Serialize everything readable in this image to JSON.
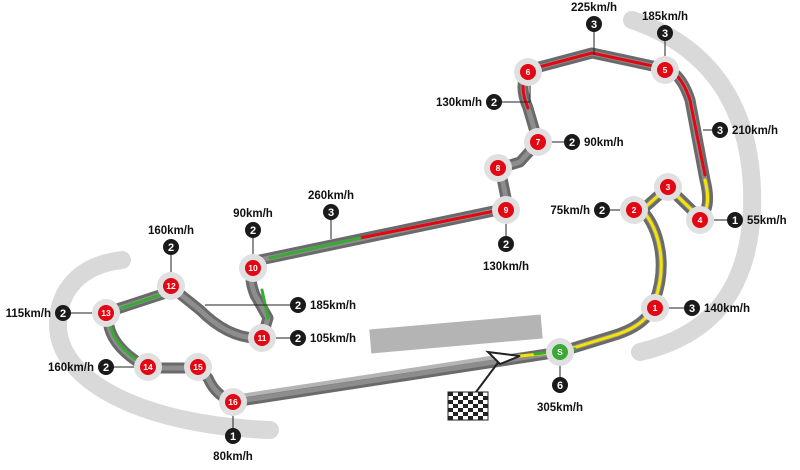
{
  "colors": {
    "track_outer": "#6a6a6a",
    "track_inner": "#9a9a9a",
    "runoff": "#d9d9d9",
    "pit": "#b4b4b4",
    "turn_marker": "#e30613",
    "start_marker": "#3aa935",
    "gear_marker": "#1a1a1a",
    "braking": "#e30613",
    "acceleration": "#3aa935",
    "drs": "#f6e500"
  },
  "start_marker": {
    "label": "S",
    "gear": "6",
    "speed": "305km/h"
  },
  "turns": [
    {
      "n": "1",
      "gear": "3",
      "speed": "140km/h"
    },
    {
      "n": "2",
      "gear": "2",
      "speed": "75km/h"
    },
    {
      "n": "4",
      "gear": "1",
      "speed": "55km/h"
    },
    {
      "n": "5",
      "gear": "3",
      "speed": "185km/h"
    },
    {
      "n": "6",
      "gear": "3",
      "speed": "225km/h"
    },
    {
      "n": "7",
      "gear": "2",
      "speed": "90km/h"
    },
    {
      "n": "9",
      "gear": "2",
      "speed": "130km/h"
    },
    {
      "n": "10",
      "gear": "2",
      "speed": "90km/h"
    },
    {
      "n": "11",
      "gear": "2",
      "speed": "105km/h"
    },
    {
      "n": "12",
      "gear": "2",
      "speed": "160km/h"
    },
    {
      "n": "13",
      "gear": "2",
      "speed": "115km/h"
    },
    {
      "n": "14",
      "gear": "2",
      "speed": "160km/h"
    },
    {
      "n": "16",
      "gear": "1",
      "speed": "80km/h"
    }
  ],
  "unlabeled_turns": [
    "3",
    "8",
    "15"
  ],
  "extra_callouts": [
    {
      "gear": "3",
      "speed": "210km/h"
    },
    {
      "gear": "2",
      "speed": "130km/h"
    },
    {
      "gear": "3",
      "speed": "260km/h"
    },
    {
      "gear": "2",
      "speed": "185km/h"
    }
  ]
}
